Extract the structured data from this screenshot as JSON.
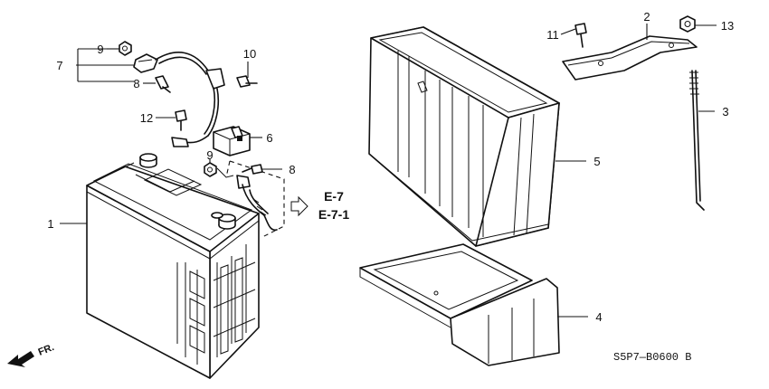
{
  "diagram": {
    "callouts": [
      {
        "id": "c1",
        "text": "1"
      },
      {
        "id": "c2",
        "text": "2"
      },
      {
        "id": "c3",
        "text": "3"
      },
      {
        "id": "c4",
        "text": "4"
      },
      {
        "id": "c5",
        "text": "5"
      },
      {
        "id": "c6",
        "text": "6"
      },
      {
        "id": "c7",
        "text": "7"
      },
      {
        "id": "c8a",
        "text": "8"
      },
      {
        "id": "c8b",
        "text": "8"
      },
      {
        "id": "c9a",
        "text": "9"
      },
      {
        "id": "c9b",
        "text": "9"
      },
      {
        "id": "c10",
        "text": "10"
      },
      {
        "id": "c11",
        "text": "11"
      },
      {
        "id": "c12",
        "text": "12"
      },
      {
        "id": "c13",
        "text": "13"
      }
    ],
    "references": [
      "E-7",
      "E-7-1"
    ],
    "front_indicator": "FR.",
    "diagram_code": "S5P7—B0600 B"
  }
}
